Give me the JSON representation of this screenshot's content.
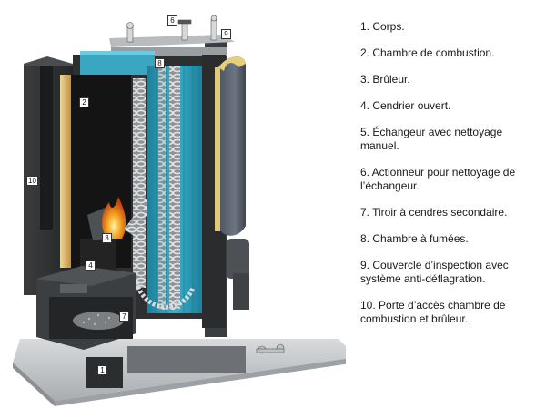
{
  "legend": {
    "items": [
      "1. Corps.",
      "2. Chambre de combustion.",
      "3. Brûleur.",
      "4. Cendrier ouvert.",
      "5. Échangeur avec nettoyage manuel.",
      "6. Actionneur pour nettoyage de l’échangeur.",
      "7. Tiroir à cendres secondaire.",
      "8. Chambre à fumées.",
      "9. Couvercle d’inspection avec système anti-déflagration.",
      "10. Porte d’accès chambre de combustion et brûleur."
    ]
  },
  "callouts": {
    "c1": "1",
    "c2": "2",
    "c3": "3",
    "c4": "4",
    "c6": "6",
    "c7": "7",
    "c8": "8",
    "c9": "9",
    "c10": "10"
  },
  "colors": {
    "body_dark": "#2f3133",
    "interior_black": "#141414",
    "heat_exchanger_teal": "#2a9cb8",
    "insulation_yellow": "#d9a84a",
    "steel_base": "#c9ccce",
    "flame_orange": "#f08a1c"
  }
}
